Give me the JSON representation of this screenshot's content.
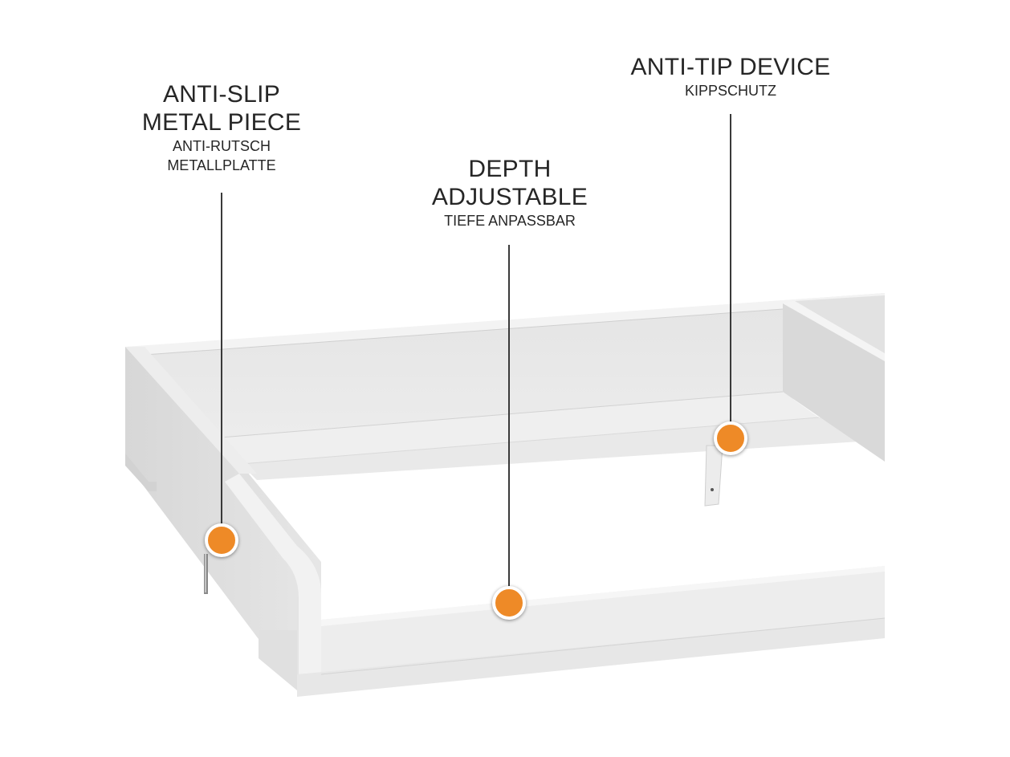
{
  "colors": {
    "accent_dot": "#ee8a27",
    "dot_ring": "#ffffff",
    "leader_line": "#3a3a3a",
    "text": "#262626",
    "background": "#ffffff"
  },
  "callouts": [
    {
      "id": "anti-slip",
      "title_line1": "ANTI-SLIP",
      "title_line2": "METAL PIECE",
      "subtitle_line1": "ANTI-RUTSCH",
      "subtitle_line2": "METALLPLATTE",
      "marker": "orange-dot"
    },
    {
      "id": "depth",
      "title_line1": "DEPTH",
      "title_line2": "ADJUSTABLE",
      "subtitle_line1": "TIEFE ANPASSBAR",
      "marker": "orange-dot"
    },
    {
      "id": "anti-tip",
      "title_line1": "ANTI-TIP DEVICE",
      "subtitle_line1": "KIPPSCHUTZ",
      "marker": "orange-dot"
    }
  ],
  "product": {
    "name": "changing-table-top",
    "color": "white"
  }
}
